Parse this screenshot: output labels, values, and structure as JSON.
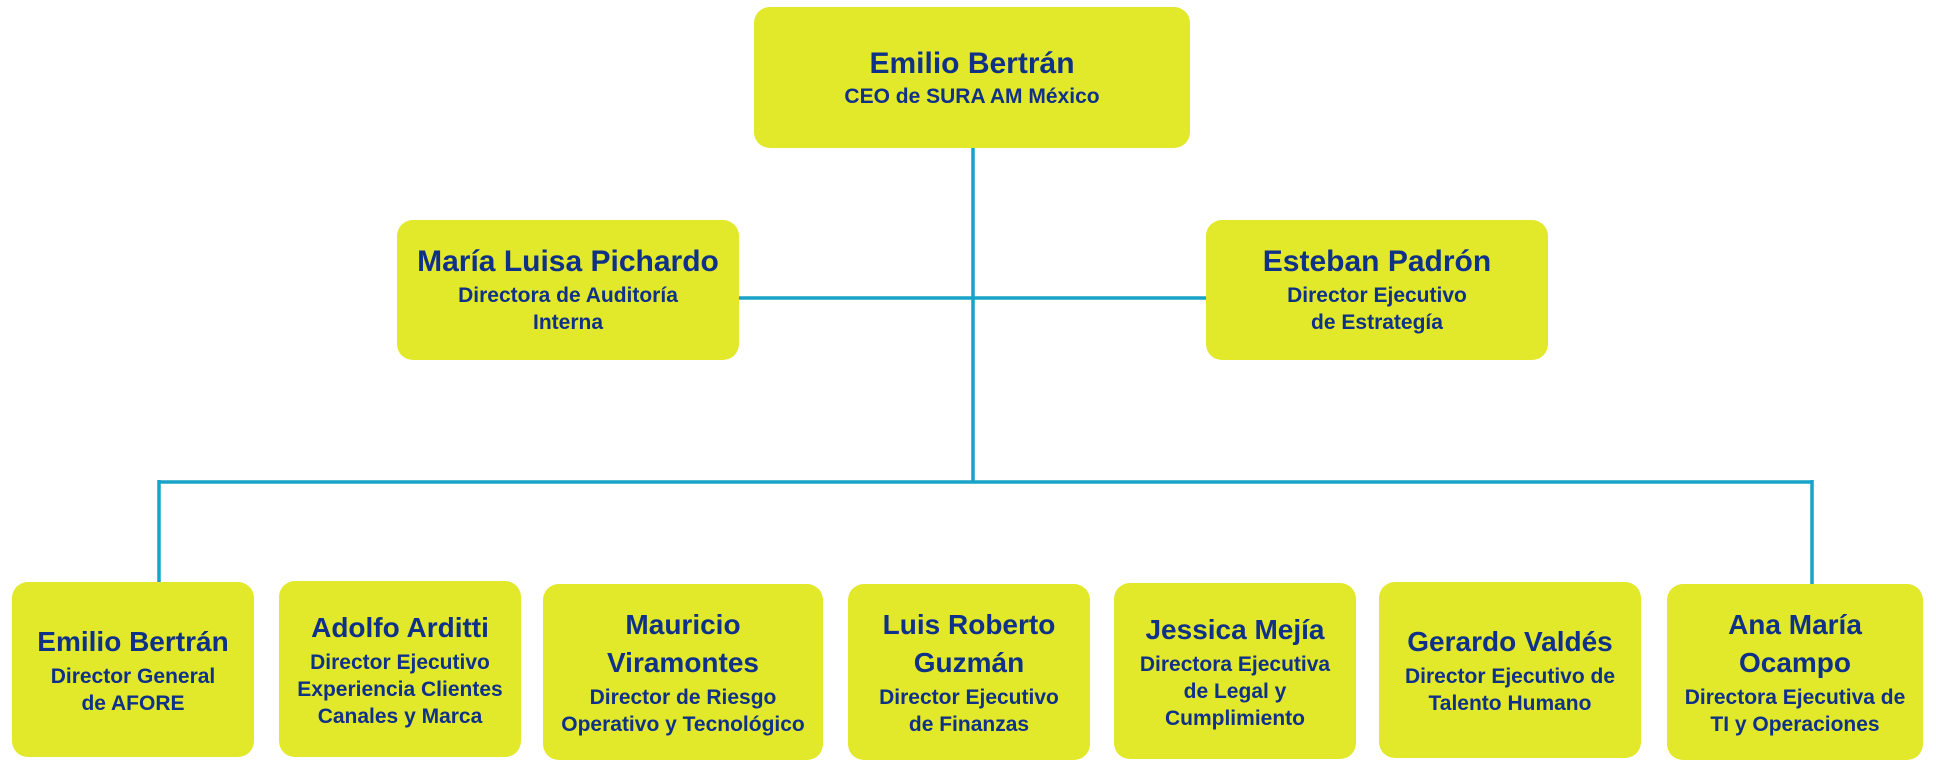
{
  "colors": {
    "box": "#e2e82a",
    "text": "#0f3187",
    "connector": "#1aa3c8"
  },
  "ceo": {
    "name": "Emilio Bertrán",
    "role": "CEO de SURA AM México"
  },
  "staff": [
    {
      "name": "María Luisa Pichardo",
      "role": "Directora de Auditoría\nInterna"
    },
    {
      "name": "Esteban Padrón",
      "role": "Director Ejecutivo\nde Estrategía"
    }
  ],
  "reports": [
    {
      "name": "Emilio Bertrán",
      "role": "Director General\nde AFORE"
    },
    {
      "name": "Adolfo Arditti",
      "role": "Director Ejecutivo\nExperiencia Clientes\nCanales y Marca"
    },
    {
      "name": "Mauricio\nViramontes",
      "role": "Director de Riesgo\nOperativo y Tecnológico"
    },
    {
      "name": "Luis Roberto\nGuzmán",
      "role": "Director Ejecutivo\nde Finanzas"
    },
    {
      "name": "Jessica Mejía",
      "role": "Directora Ejecutiva\nde Legal y\nCumplimiento"
    },
    {
      "name": "Gerardo Valdés",
      "role": "Director Ejecutivo de\nTalento Humano"
    },
    {
      "name": "Ana María\nOcampo",
      "role": "Directora Ejecutiva de\nTI y Operaciones"
    }
  ]
}
